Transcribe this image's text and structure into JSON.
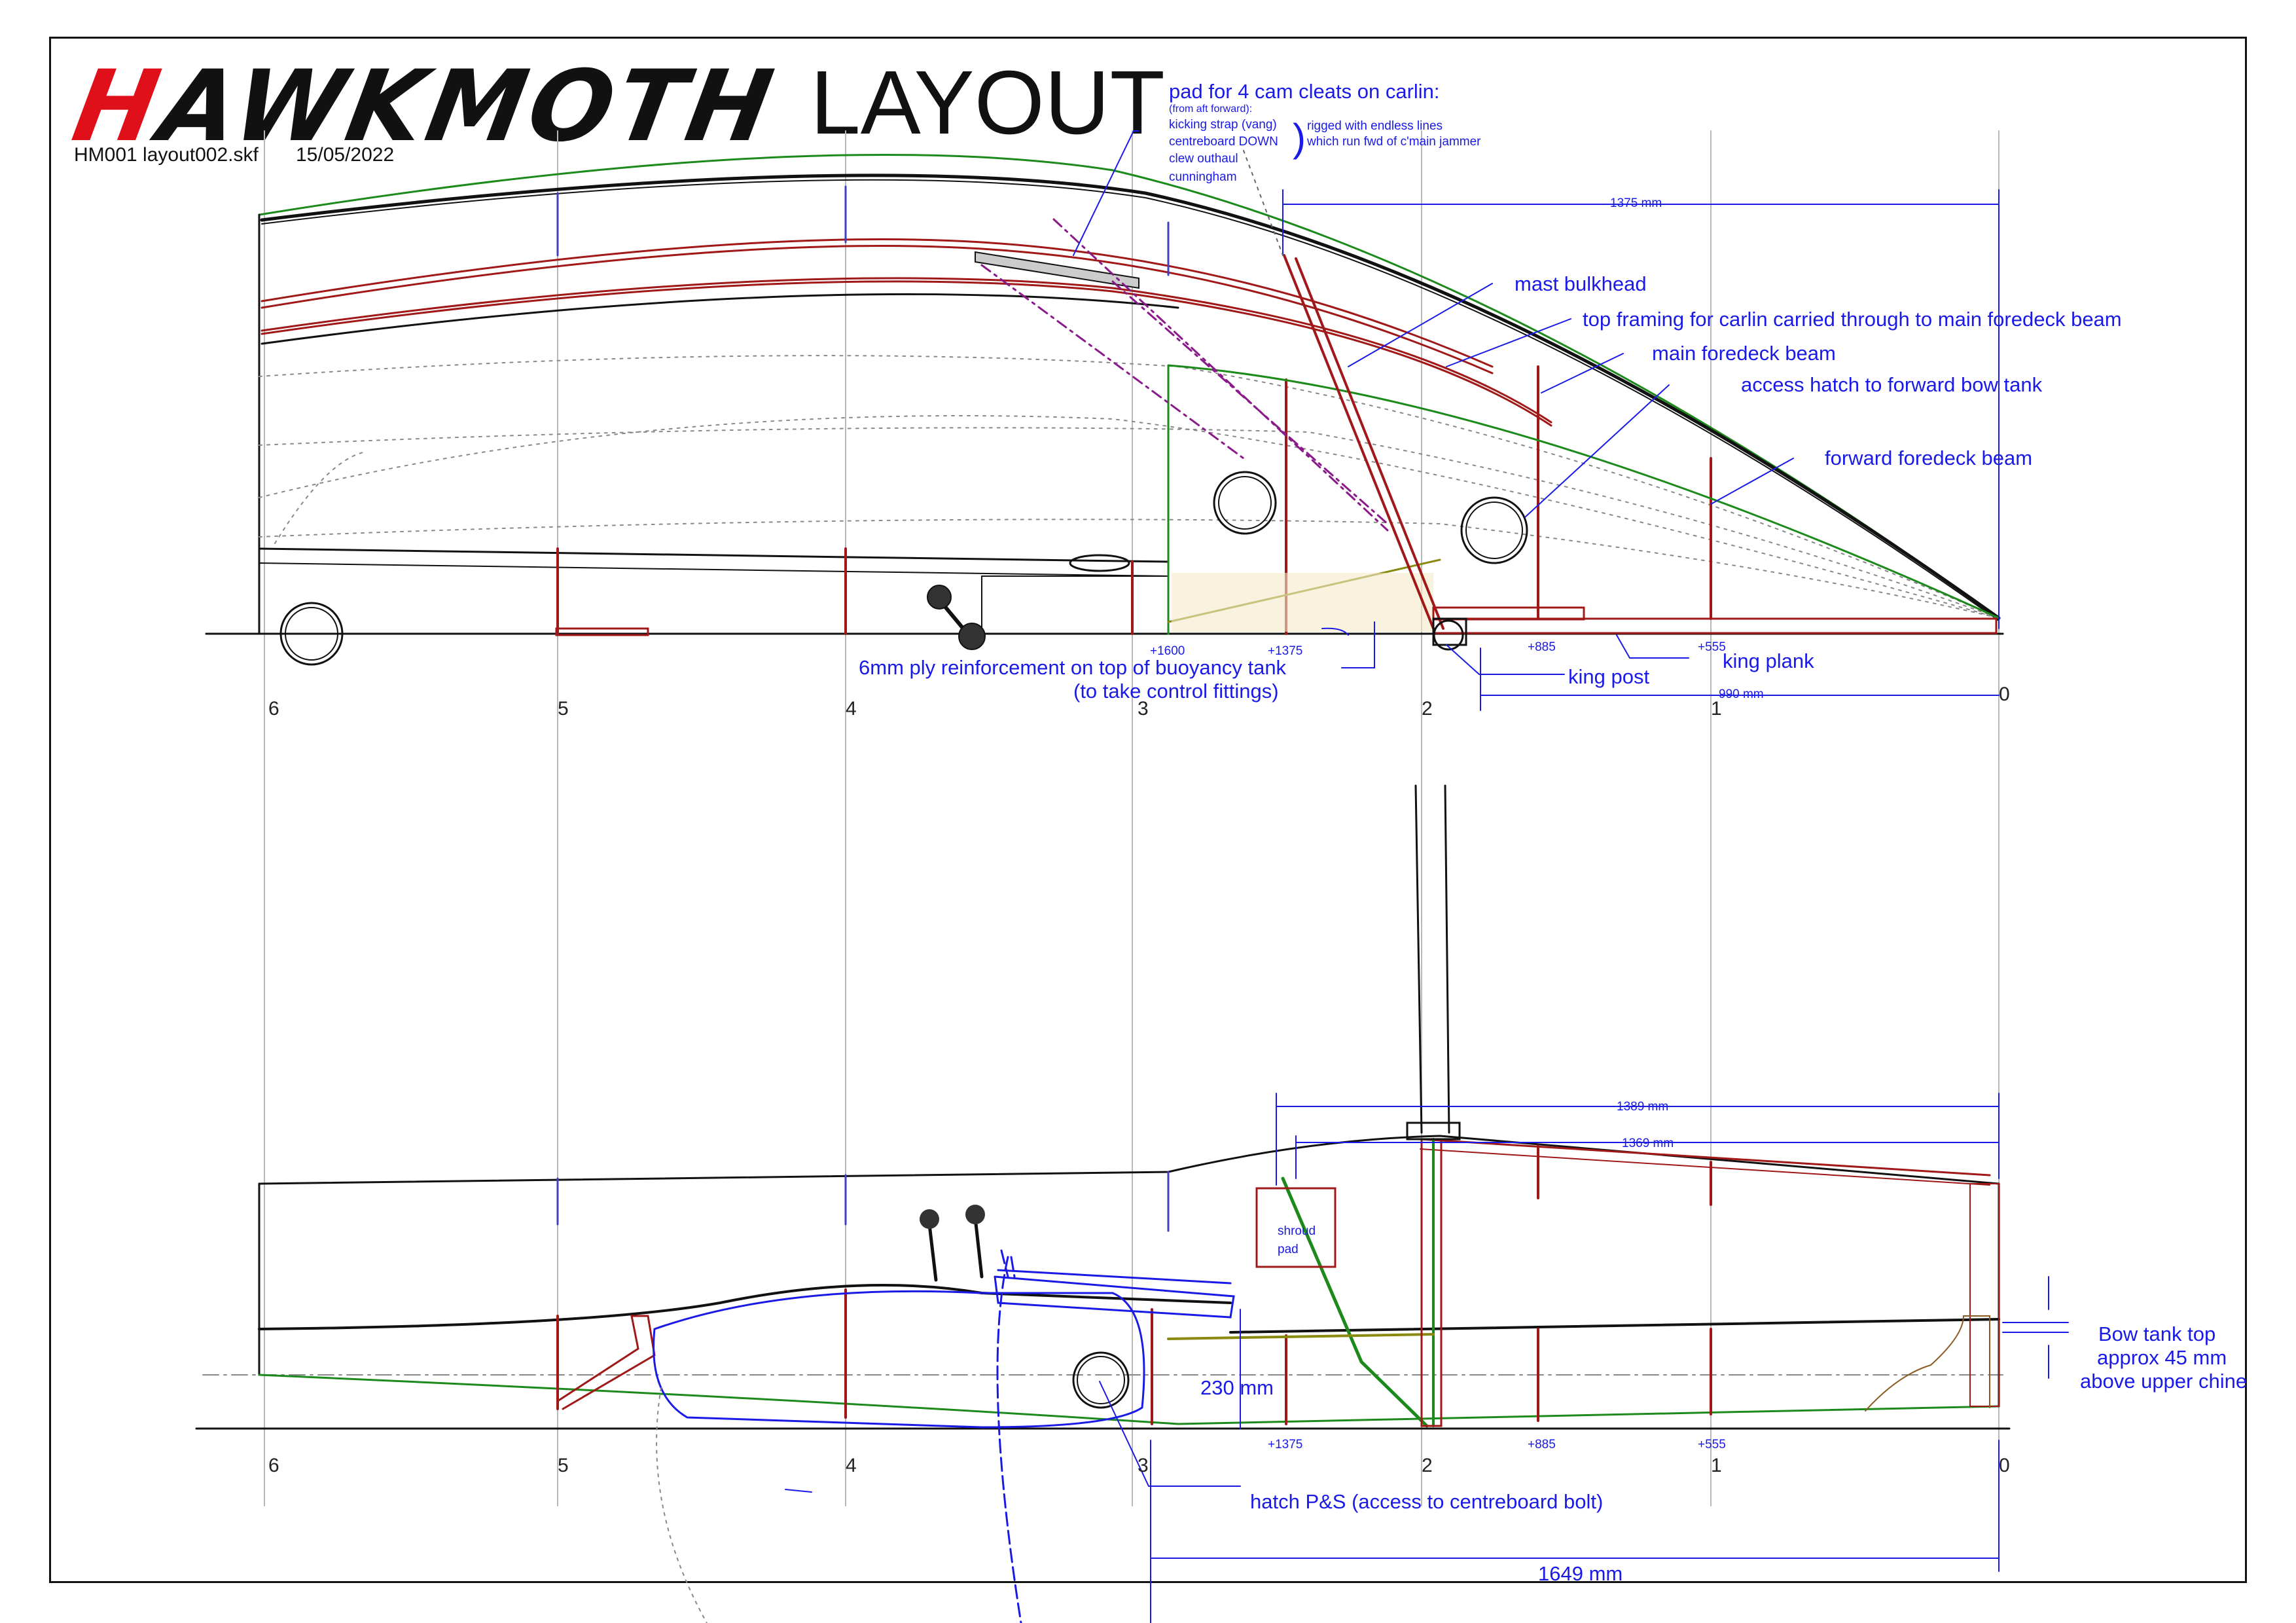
{
  "header": {
    "logo_h": "H",
    "logo_rest": "AWKMOTH",
    "title": "LAYOUT",
    "file": "HM001 layout002.skf",
    "date": "15/05/2022"
  },
  "side_view": {
    "pad_title": "pad for 4 cam cleats on carlin:",
    "pad_sub": "(from aft forward):",
    "pad_items": [
      "kicking strap (vang)",
      "centreboard DOWN",
      "clew outhaul",
      "cunningham"
    ],
    "rigged_1": "rigged with endless lines",
    "rigged_2": "which run fwd of c'main jammer",
    "dim_1375": "1375 mm",
    "mast_bulkhead": "mast bulkhead",
    "top_framing": "top framing for carlin carried through to main foredeck beam",
    "main_foredeck": "main foredeck beam",
    "access_hatch": "access hatch to forward bow tank",
    "forward_foredeck": "forward foredeck beam",
    "ply_1": "6mm ply reinforcement on top of buoyancy tank",
    "ply_2": "(to take control fittings)",
    "king_post": "king post",
    "king_plank": "king plank",
    "dim_990": "990 mm",
    "st_1600": "+1600",
    "st_1375": "+1375",
    "st_885": "+885",
    "st_555": "+555",
    "stations": [
      "6",
      "5",
      "4",
      "3",
      "2",
      "1",
      "0"
    ]
  },
  "plan_view": {
    "dim_1389": "1389 mm",
    "dim_1369": "1369 mm",
    "shroud": "shroud",
    "pad": "pad",
    "dim_230": "230 mm",
    "bow_1": "Bow tank top",
    "bow_2": "approx 45 mm",
    "bow_3": "above upper chine",
    "hatch_ps": "hatch P&S (access to centreboard bolt)",
    "dim_1649": "1649 mm",
    "st_1375": "+1375",
    "st_885": "+885",
    "st_555": "+555",
    "stations": [
      "6",
      "5",
      "4",
      "3",
      "2",
      "1",
      "0"
    ]
  },
  "colors": {
    "annotation": "#1a1ae6",
    "frame": "#a01818",
    "green": "#1b8a1b",
    "logo_red": "#e0101a",
    "purple": "#8a1a8a"
  }
}
